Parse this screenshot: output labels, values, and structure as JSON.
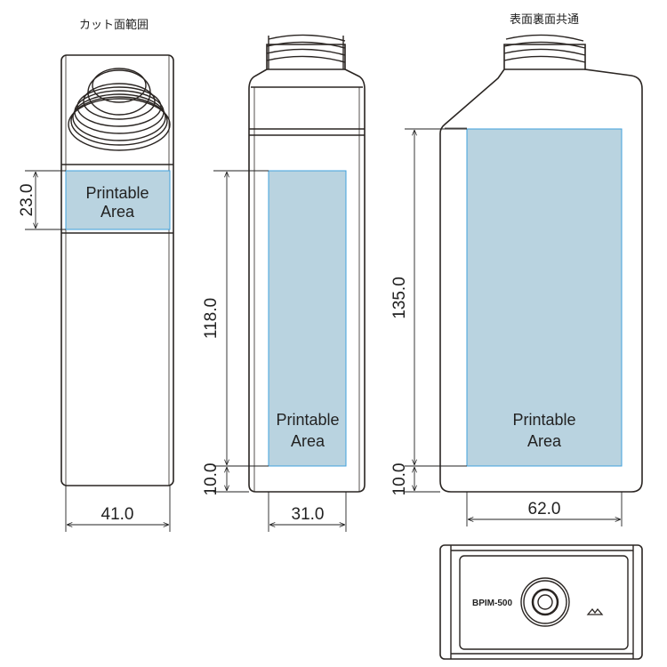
{
  "titles": {
    "cut_surface": "カット面範囲",
    "front_back_common": "表面裏面共通"
  },
  "printable_label": [
    "Printable",
    "Area"
  ],
  "dimensions": {
    "side_height": "23.0",
    "side_width": "41.0",
    "narrow_height": "118.0",
    "narrow_bottom": "10.0",
    "narrow_width": "31.0",
    "front_height": "135.0",
    "front_bottom": "10.0",
    "front_width": "62.0"
  },
  "bottom_view": {
    "model": "BPIM-500"
  },
  "colors": {
    "printable_fill": "#b9d3e0",
    "printable_stroke": "#3fa0dc"
  }
}
